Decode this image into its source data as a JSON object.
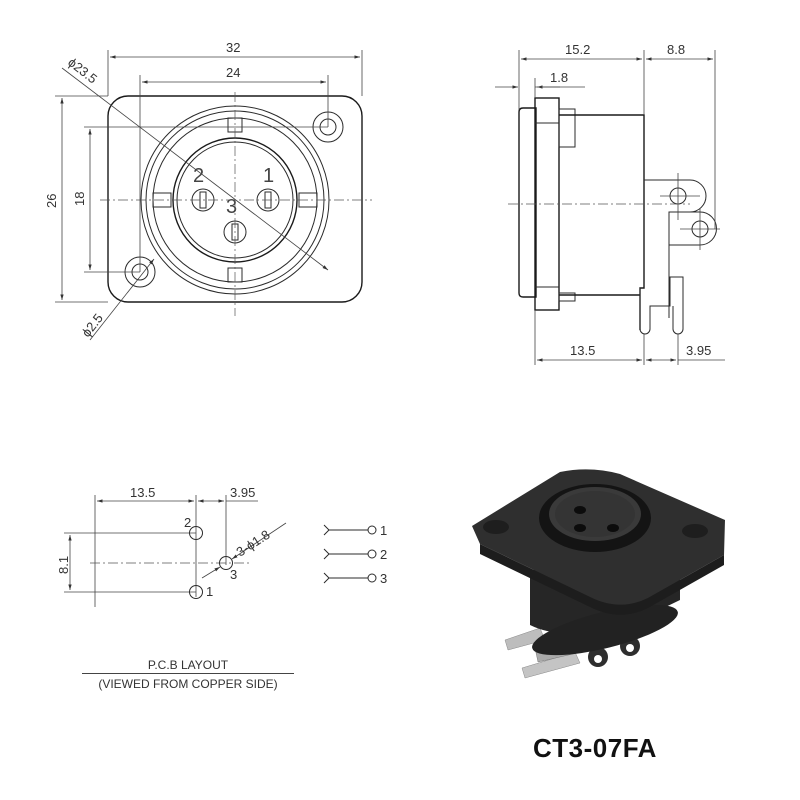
{
  "front_view": {
    "dims": {
      "overall_width": "32",
      "mount_hole_spacing_h": "24",
      "diameter": "ϕ23.5",
      "overall_height": "26",
      "mount_hole_spacing_v": "18",
      "mount_hole_diameter": "ϕ2.5"
    },
    "pins": [
      "1",
      "2",
      "3"
    ]
  },
  "side_view": {
    "dims": {
      "body_depth": "15.2",
      "tab_extension": "8.8",
      "flange_thickness": "1.8",
      "pin_offset": "13.5",
      "pin_pitch": "3.95"
    }
  },
  "pcb_layout": {
    "dims": {
      "offset_x": "13.5",
      "pitch_x": "3.95",
      "pitch_y": "8.1",
      "hole_spec": "3-ϕ1.8"
    },
    "pin_labels": [
      "2",
      "3",
      "1"
    ],
    "title": "P.C.B LAYOUT",
    "subtitle": "(VIEWED FROM COPPER SIDE)"
  },
  "schematic": {
    "pins": [
      "1",
      "2",
      "3"
    ]
  },
  "product": {
    "model": "CT3-07FA",
    "body_color": "#2a2a2a",
    "pin_color": "#b8b8b8"
  }
}
